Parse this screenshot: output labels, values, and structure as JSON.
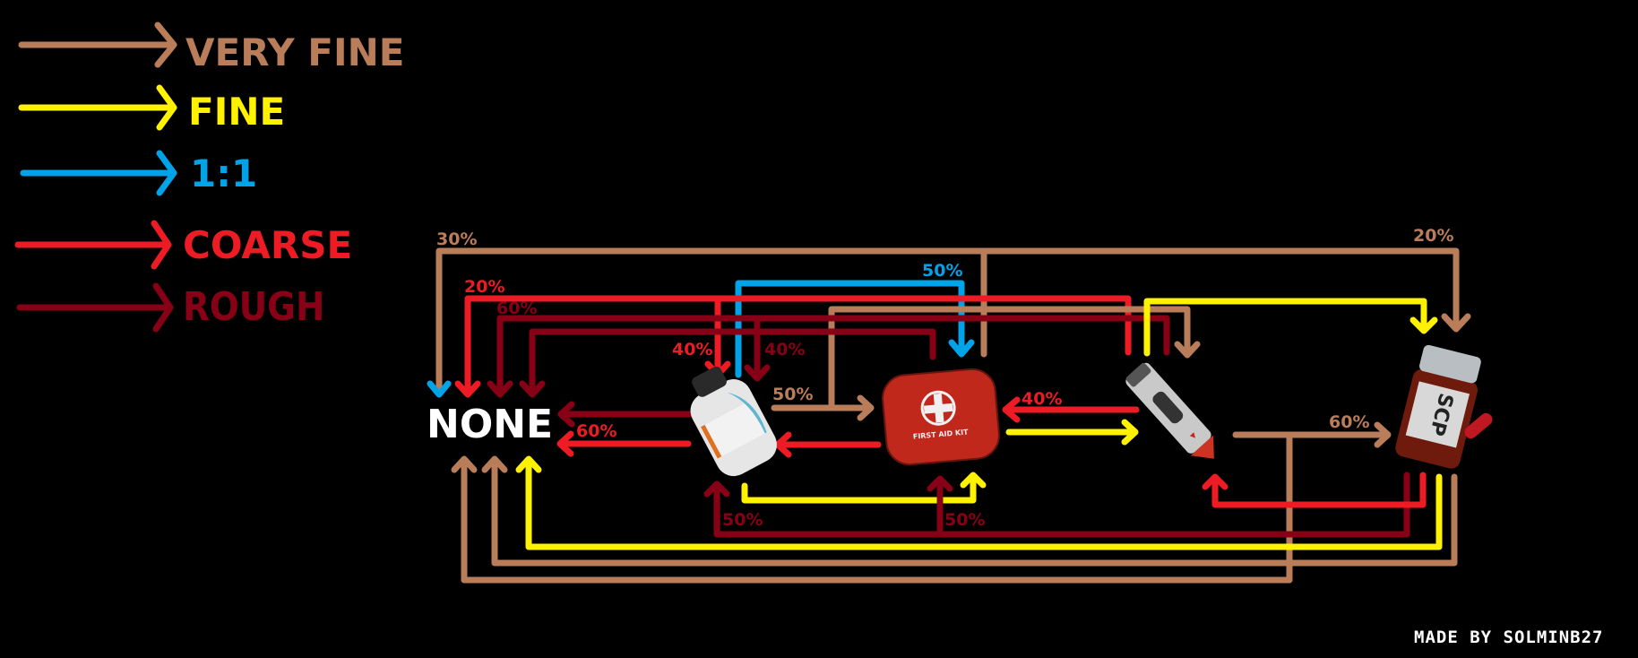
{
  "legend": [
    {
      "label": "VERY FINE",
      "color": "#b97d5a"
    },
    {
      "label": "FINE",
      "color": "#fff200"
    },
    {
      "label": "1:1",
      "color": "#00a2e8"
    },
    {
      "label": "COARSE",
      "color": "#ed1c24"
    },
    {
      "label": "ROUGH",
      "color": "#880015"
    }
  ],
  "nodes": {
    "none": "NONE",
    "bottle": "medicine-bottle",
    "first_aid_kit": "first-aid-kit",
    "first_aid_kit_text": "FIRST AID KIT",
    "injector": "injector-pen",
    "pill_bottle": "scp-pill-bottle",
    "pill_bottle_text": "SCP"
  },
  "edges": [
    {
      "from": "first_aid_kit",
      "to": "none",
      "setting": "VERY FINE",
      "chance": "30%"
    },
    {
      "from": "first_aid_kit",
      "to": "pill_bottle",
      "setting": "VERY FINE",
      "chance": "20%"
    },
    {
      "from": "injector",
      "to": "none",
      "setting": "COARSE",
      "chance": "20%"
    },
    {
      "from": "injector",
      "to": "bottle",
      "setting": "COARSE",
      "chance": "40%"
    },
    {
      "from": "injector",
      "to": "none",
      "setting": "ROUGH",
      "chance": "60%"
    },
    {
      "from": "injector",
      "to": "bottle",
      "setting": "ROUGH",
      "chance": "40%"
    },
    {
      "from": "first_aid_kit",
      "to": "none",
      "setting": "ROUGH",
      "chance": ""
    },
    {
      "from": "bottle",
      "to": "first_aid_kit",
      "setting": "1:1",
      "chance": "50%"
    },
    {
      "from": "bottle",
      "to": "first_aid_kit",
      "setting": "VERY FINE",
      "chance": "50%"
    },
    {
      "from": "bottle",
      "to": "injector",
      "setting": "VERY FINE",
      "chance": ""
    },
    {
      "from": "bottle",
      "to": "none",
      "setting": "ROUGH",
      "chance": ""
    },
    {
      "from": "bottle",
      "to": "none",
      "setting": "COARSE",
      "chance": "60%"
    },
    {
      "from": "first_aid_kit",
      "to": "bottle",
      "setting": "COARSE",
      "chance": ""
    },
    {
      "from": "injector",
      "to": "first_aid_kit",
      "setting": "COARSE",
      "chance": "40%"
    },
    {
      "from": "first_aid_kit",
      "to": "injector",
      "setting": "FINE",
      "chance": ""
    },
    {
      "from": "injector",
      "to": "pill_bottle",
      "setting": "FINE",
      "chance": ""
    },
    {
      "from": "injector",
      "to": "pill_bottle",
      "setting": "VERY FINE",
      "chance": "60%"
    },
    {
      "from": "injector",
      "to": "none",
      "setting": "VERY FINE",
      "chance": ""
    },
    {
      "from": "bottle",
      "to": "first_aid_kit",
      "setting": "FINE",
      "chance": ""
    },
    {
      "from": "pill_bottle",
      "to": "bottle",
      "setting": "ROUGH",
      "chance": "50%"
    },
    {
      "from": "pill_bottle",
      "to": "first_aid_kit",
      "setting": "ROUGH",
      "chance": "50%"
    },
    {
      "from": "pill_bottle",
      "to": "injector",
      "setting": "COARSE",
      "chance": ""
    },
    {
      "from": "pill_bottle",
      "to": "none",
      "setting": "FINE",
      "chance": ""
    },
    {
      "from": "pill_bottle",
      "to": "none",
      "setting": "VERY FINE",
      "chance": ""
    }
  ],
  "labels": {
    "p30_brown": "30%",
    "p20_brown": "20%",
    "p20_red": "20%",
    "p60_darkred_top": "60%",
    "p40_red": "40%",
    "p40_darkred": "40%",
    "p50_blue": "50%",
    "p50_brown": "50%",
    "p60_red": "60%",
    "p40_red_kit": "40%",
    "p60_brown": "60%",
    "p50_darkred_left": "50%",
    "p50_darkred_right": "50%"
  },
  "credit": "MADE BY SOLMINB27"
}
